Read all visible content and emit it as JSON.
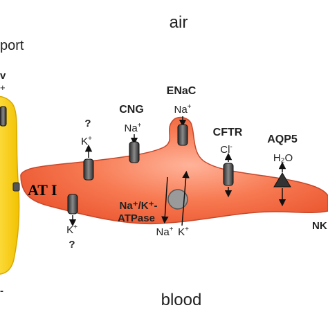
{
  "regions": {
    "top": "air",
    "bottom": "blood"
  },
  "cells": {
    "at1": "AT I"
  },
  "edge_text": {
    "top_left": "port",
    "left_fragment": "v",
    "plus": "+",
    "right": "NK"
  },
  "question": "?",
  "labels": {
    "cng": "CNG",
    "enac": "ENaC",
    "cftr": "CFTR",
    "aqp5": "AQP5",
    "na_k_atpase_line1": "Na⁺/K⁺-",
    "na_k_atpase_line2": "ATPase"
  },
  "ions": {
    "k": "K",
    "na": "Na",
    "cl": "Cl",
    "plus": "+",
    "minus": "-",
    "h2o": "H₂O"
  },
  "colors": {
    "cell_fill": "#f56e47",
    "cell_stroke": "#c7472a",
    "neighbor_fill": "#ffd300",
    "neighbor_stroke": "#d8a800",
    "channel_fill": "#555555",
    "pump_fill": "#9a9a9a",
    "aquaporin_fill": "#333333"
  }
}
